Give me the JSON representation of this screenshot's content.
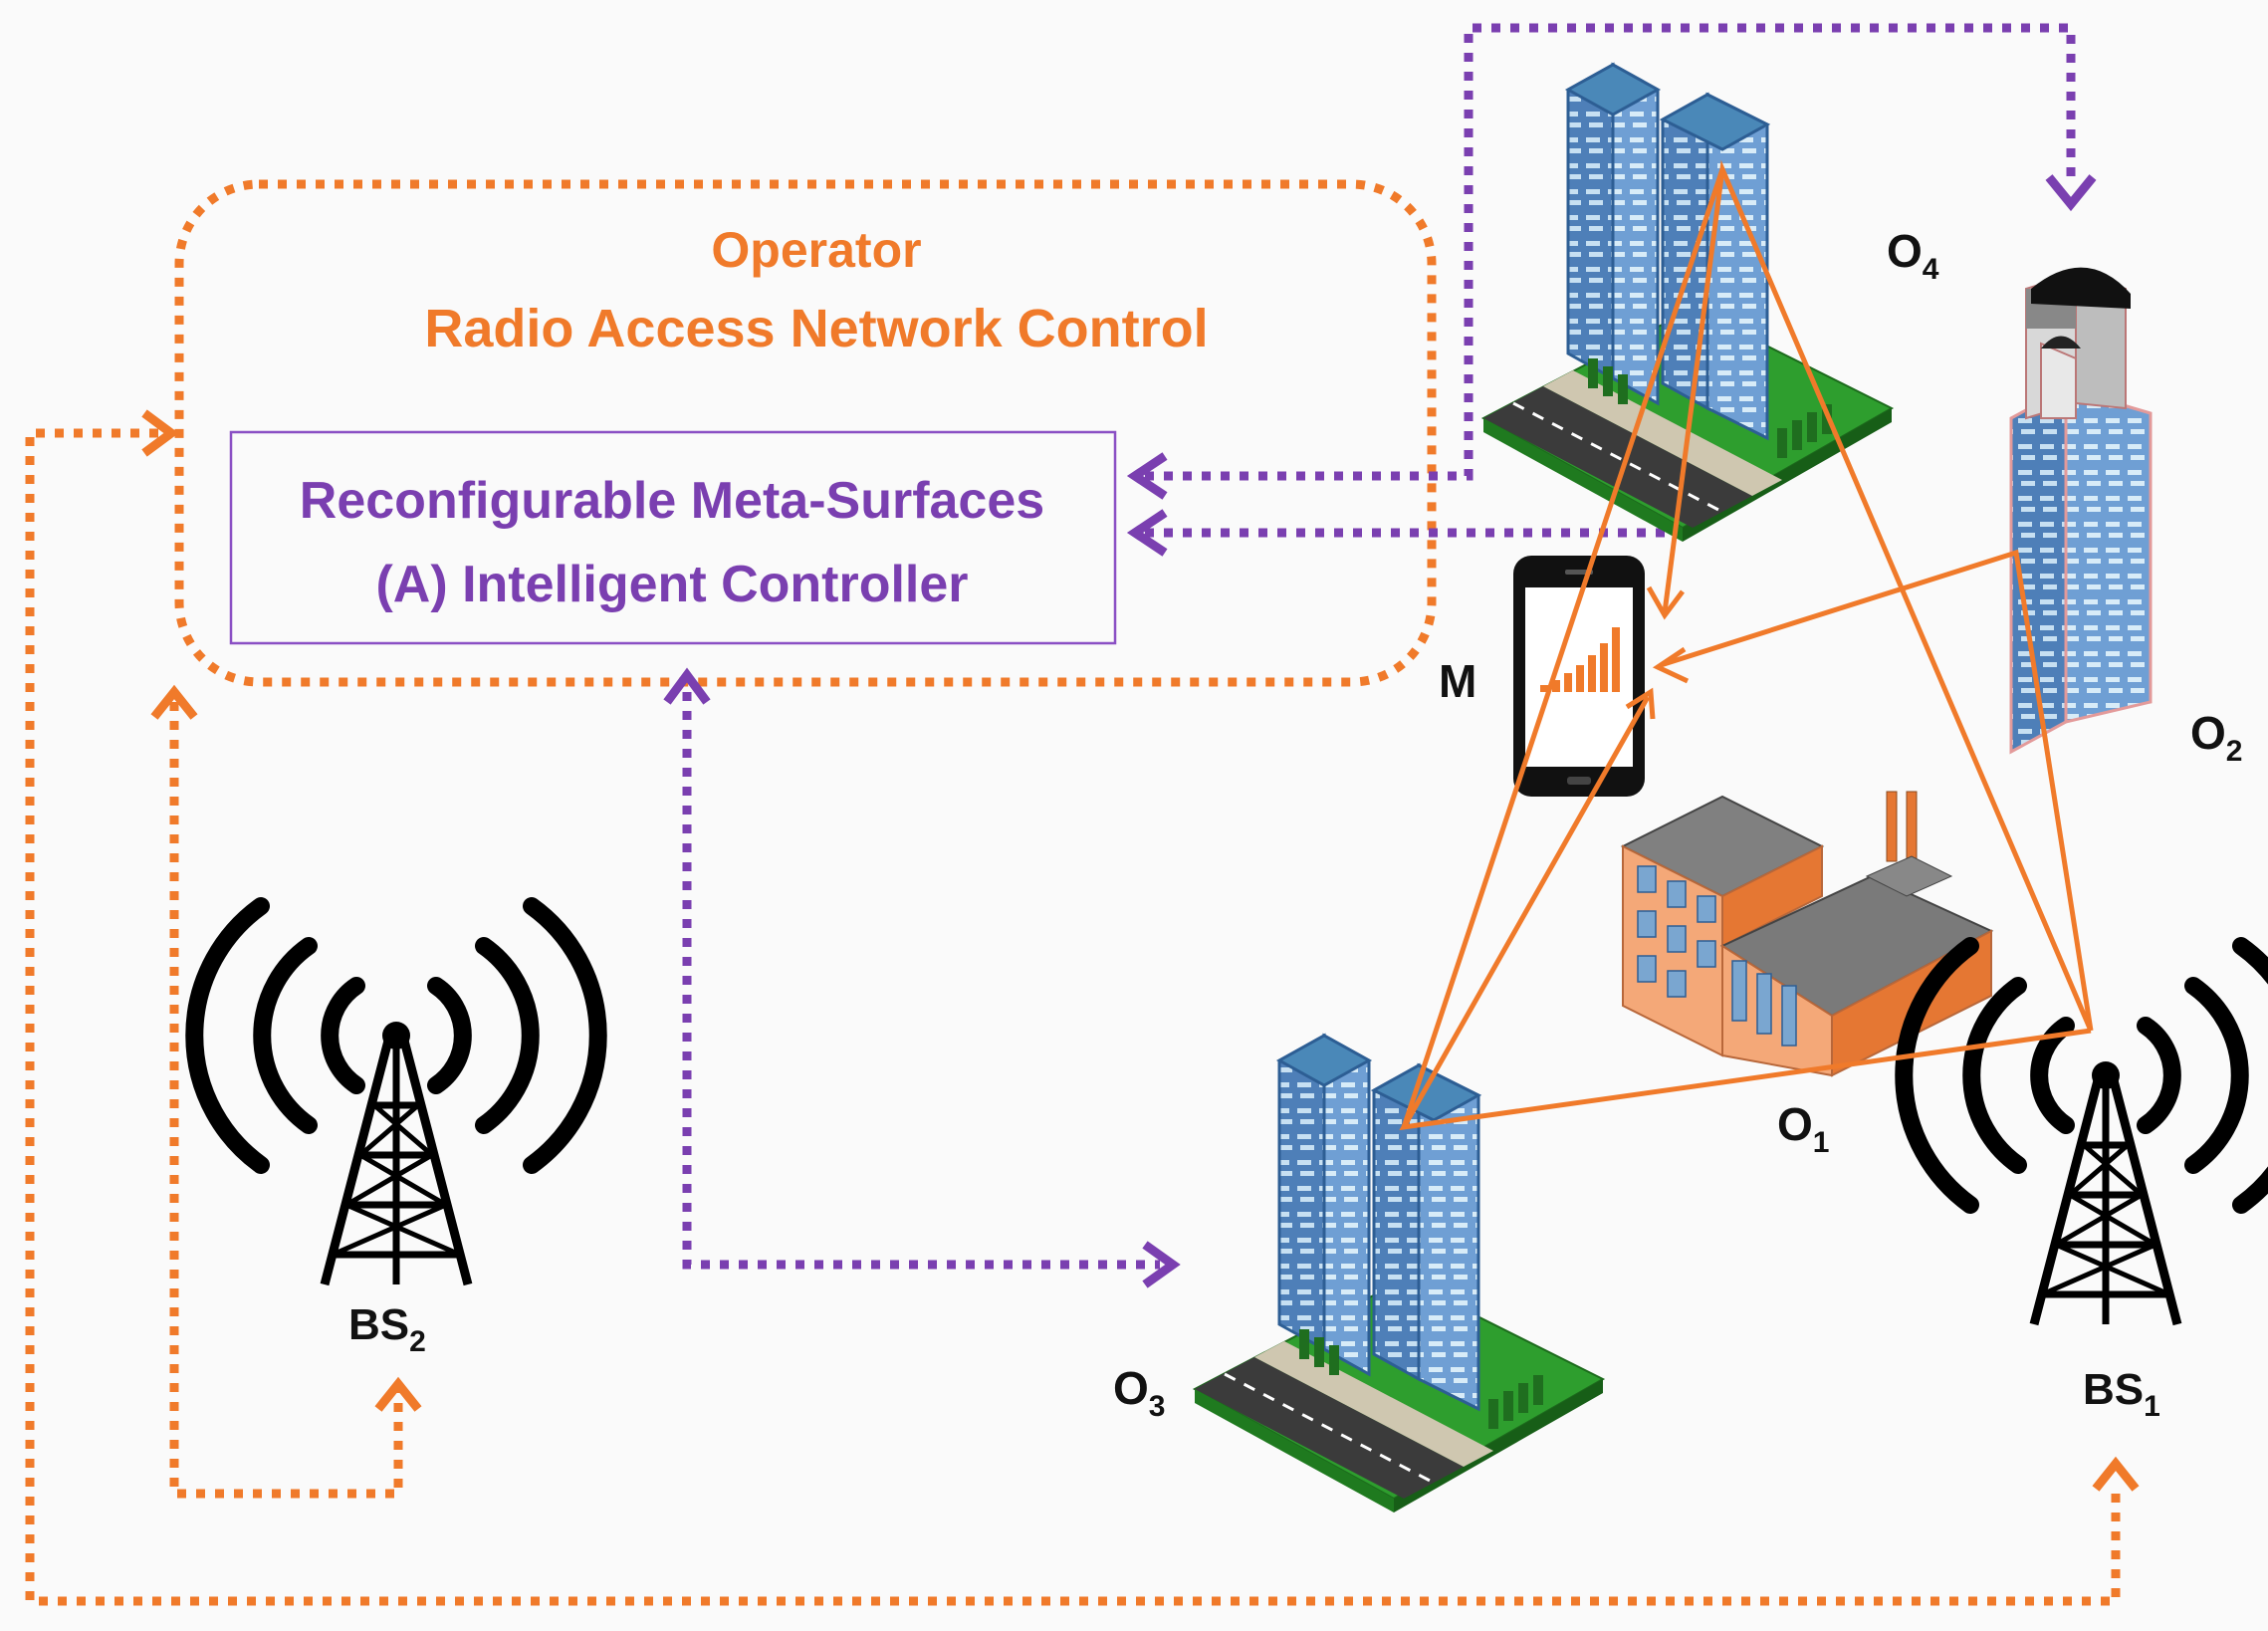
{
  "ran_box": {
    "title_line1": "Operator",
    "title_line2": "Radio Access Network Control"
  },
  "controller_box": {
    "line1": "Reconfigurable Meta-Surfaces",
    "line2": "(A) Intelligent Controller"
  },
  "labels": {
    "o1": {
      "main": "O",
      "sub": "1"
    },
    "o2": {
      "main": "O",
      "sub": "2"
    },
    "o3": {
      "main": "O",
      "sub": "3"
    },
    "o4": {
      "main": "O",
      "sub": "4"
    },
    "bs1": {
      "main": "BS",
      "sub": "1"
    },
    "bs2": {
      "main": "BS",
      "sub": "2"
    },
    "m": "M"
  },
  "colors": {
    "orange": "#f07a2a",
    "purple": "#7a3fb0",
    "building_blue": "#5a8fc8",
    "grass": "#2e9e2e",
    "factory": "#f4a878"
  }
}
